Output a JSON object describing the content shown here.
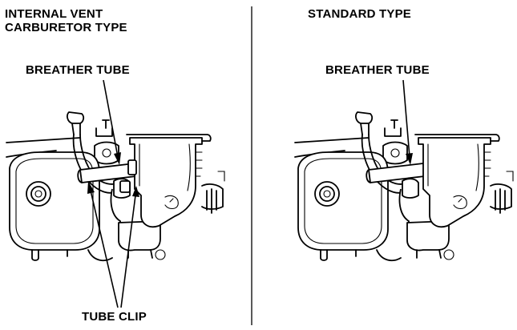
{
  "left": {
    "title_line1": "INTERNAL VENT",
    "title_line2": "CARBURETOR TYPE",
    "breather_label": "BREATHER TUBE",
    "clip_label": "TUBE CLIP"
  },
  "right": {
    "title": "STANDARD TYPE",
    "breather_label": "BREATHER TUBE"
  },
  "colors": {
    "ink": "#000000",
    "paper": "#ffffff"
  }
}
